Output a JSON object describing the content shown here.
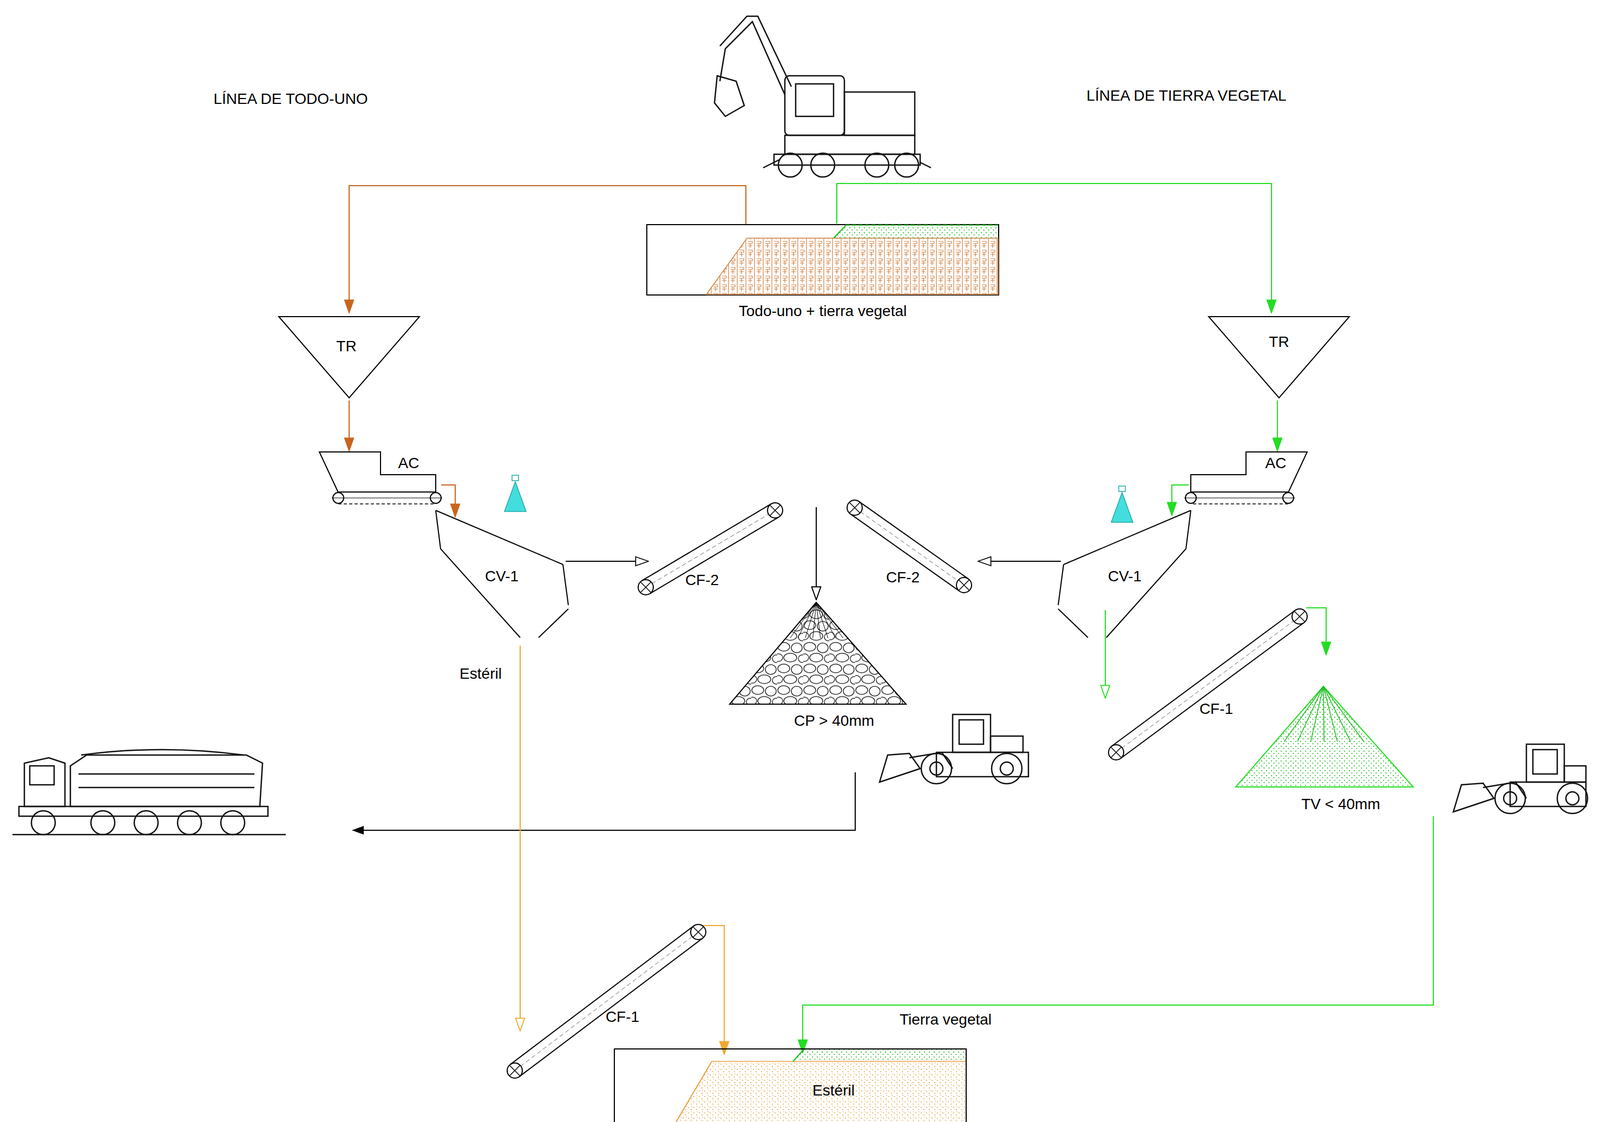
{
  "diagram": {
    "nodes": [
      {
        "text": [
          "Todo-uno + tierra vegetal"
        ]
      },
      {
        "text": [
          "TR"
        ]
      },
      {
        "text": [
          "AC"
        ]
      },
      {
        "text": [
          "CV-1"
        ]
      },
      {
        "text": [
          "CF-2"
        ]
      },
      {
        "text": [
          "CP > 40mm"
        ]
      },
      {
        "text": [
          "TR"
        ]
      },
      {
        "text": [
          "AC"
        ]
      },
      {
        "text": [
          "CV-1"
        ]
      },
      {
        "text": [
          "CF-2"
        ]
      },
      {
        "text": [
          "CF-1"
        ]
      },
      {
        "text": [
          "TV < 40mm"
        ]
      },
      {
        "text": [
          "CF-1"
        ]
      },
      {
        "text": [
          "Estéril"
        ]
      }
    ],
    "edges": [
      {
        "from": 0,
        "to": 1,
        "arrow": "to"
      },
      {
        "from": 0,
        "to": 6,
        "arrow": "to"
      },
      {
        "from": 1,
        "to": 2,
        "arrow": "to"
      },
      {
        "from": 2,
        "to": 3,
        "arrow": "to"
      },
      {
        "from": 3,
        "to": 4,
        "arrow": "to"
      },
      {
        "from": 4,
        "to": 5,
        "arrow": "to"
      },
      {
        "from": 6,
        "to": 7,
        "arrow": "to"
      },
      {
        "from": 7,
        "to": 8,
        "arrow": "to"
      },
      {
        "from": 8,
        "to": 9,
        "arrow": "to"
      },
      {
        "from": 9,
        "to": 5,
        "arrow": "to"
      },
      {
        "from": 8,
        "to": 10,
        "arrow": "to"
      },
      {
        "from": 10,
        "to": 11,
        "arrow": "to"
      },
      {
        "from": 3,
        "to": 12,
        "label": "Estéril",
        "arrow": "to"
      },
      {
        "from": 12,
        "to": 13,
        "arrow": "to"
      },
      {
        "from": 11,
        "to": 13,
        "label": "Tierra vegetal",
        "arrow": "to"
      }
    ],
    "labels": [
      "LÍNEA DE TODO-UNO",
      "LÍNEA DE TIERRA VEGETAL"
    ]
  }
}
